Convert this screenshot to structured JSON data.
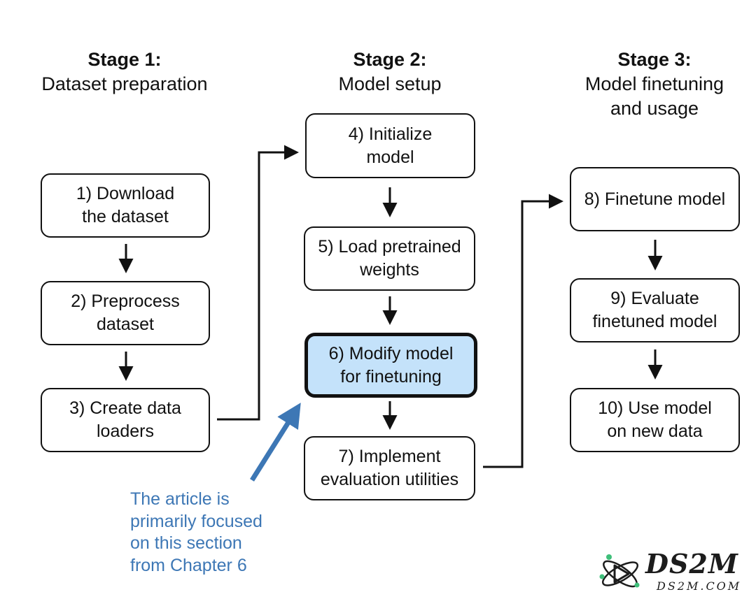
{
  "stages": [
    {
      "label": "Stage 1:",
      "title": "Dataset preparation"
    },
    {
      "label": "Stage 2:",
      "title": "Model setup"
    },
    {
      "label": "Stage 3:",
      "title": "Model finetuning\nand usage"
    }
  ],
  "steps": [
    {
      "text": "1) Download\nthe dataset"
    },
    {
      "text": "2) Preprocess\ndataset"
    },
    {
      "text": "3) Create data\nloaders"
    },
    {
      "text": "4) Initialize\nmodel"
    },
    {
      "text": "5) Load pretrained\nweights"
    },
    {
      "text": "6) Modify model\nfor finetuning"
    },
    {
      "text": "7) Implement\nevaluation utilities"
    },
    {
      "text": "8) Finetune model"
    },
    {
      "text": "9) Evaluate\nfinetuned model"
    },
    {
      "text": "10) Use model\non new data"
    }
  ],
  "annotation": {
    "text": "The article is\nprimarily focused\non this section\nfrom Chapter 6",
    "color": "#3d77b5"
  },
  "highlight_color": "#c4e2fa",
  "logo": {
    "main": "DS2M",
    "sub": "DS2M.COM",
    "accent": "#3fbf7a"
  }
}
